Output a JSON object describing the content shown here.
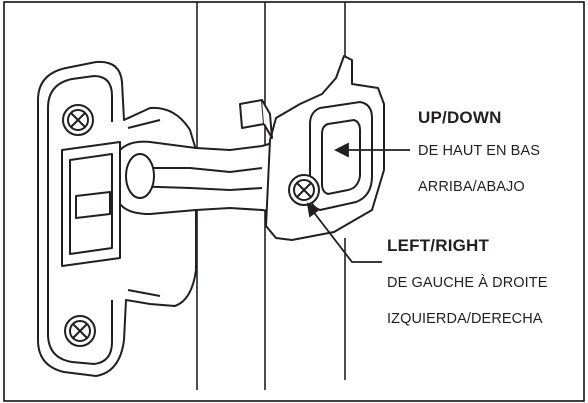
{
  "labels": {
    "up_down": {
      "title": "UP/DOWN",
      "french": "DE HAUT EN BAS",
      "spanish": "ARRIBA/ABAJO"
    },
    "left_right": {
      "title": "LEFT/RIGHT",
      "french": "DE GAUCHE À DROITE",
      "spanish": "IZQUIERDA/DERECHA"
    }
  },
  "colors": {
    "line": "#231f20",
    "fill": "#ffffff",
    "frame": "#000000"
  }
}
